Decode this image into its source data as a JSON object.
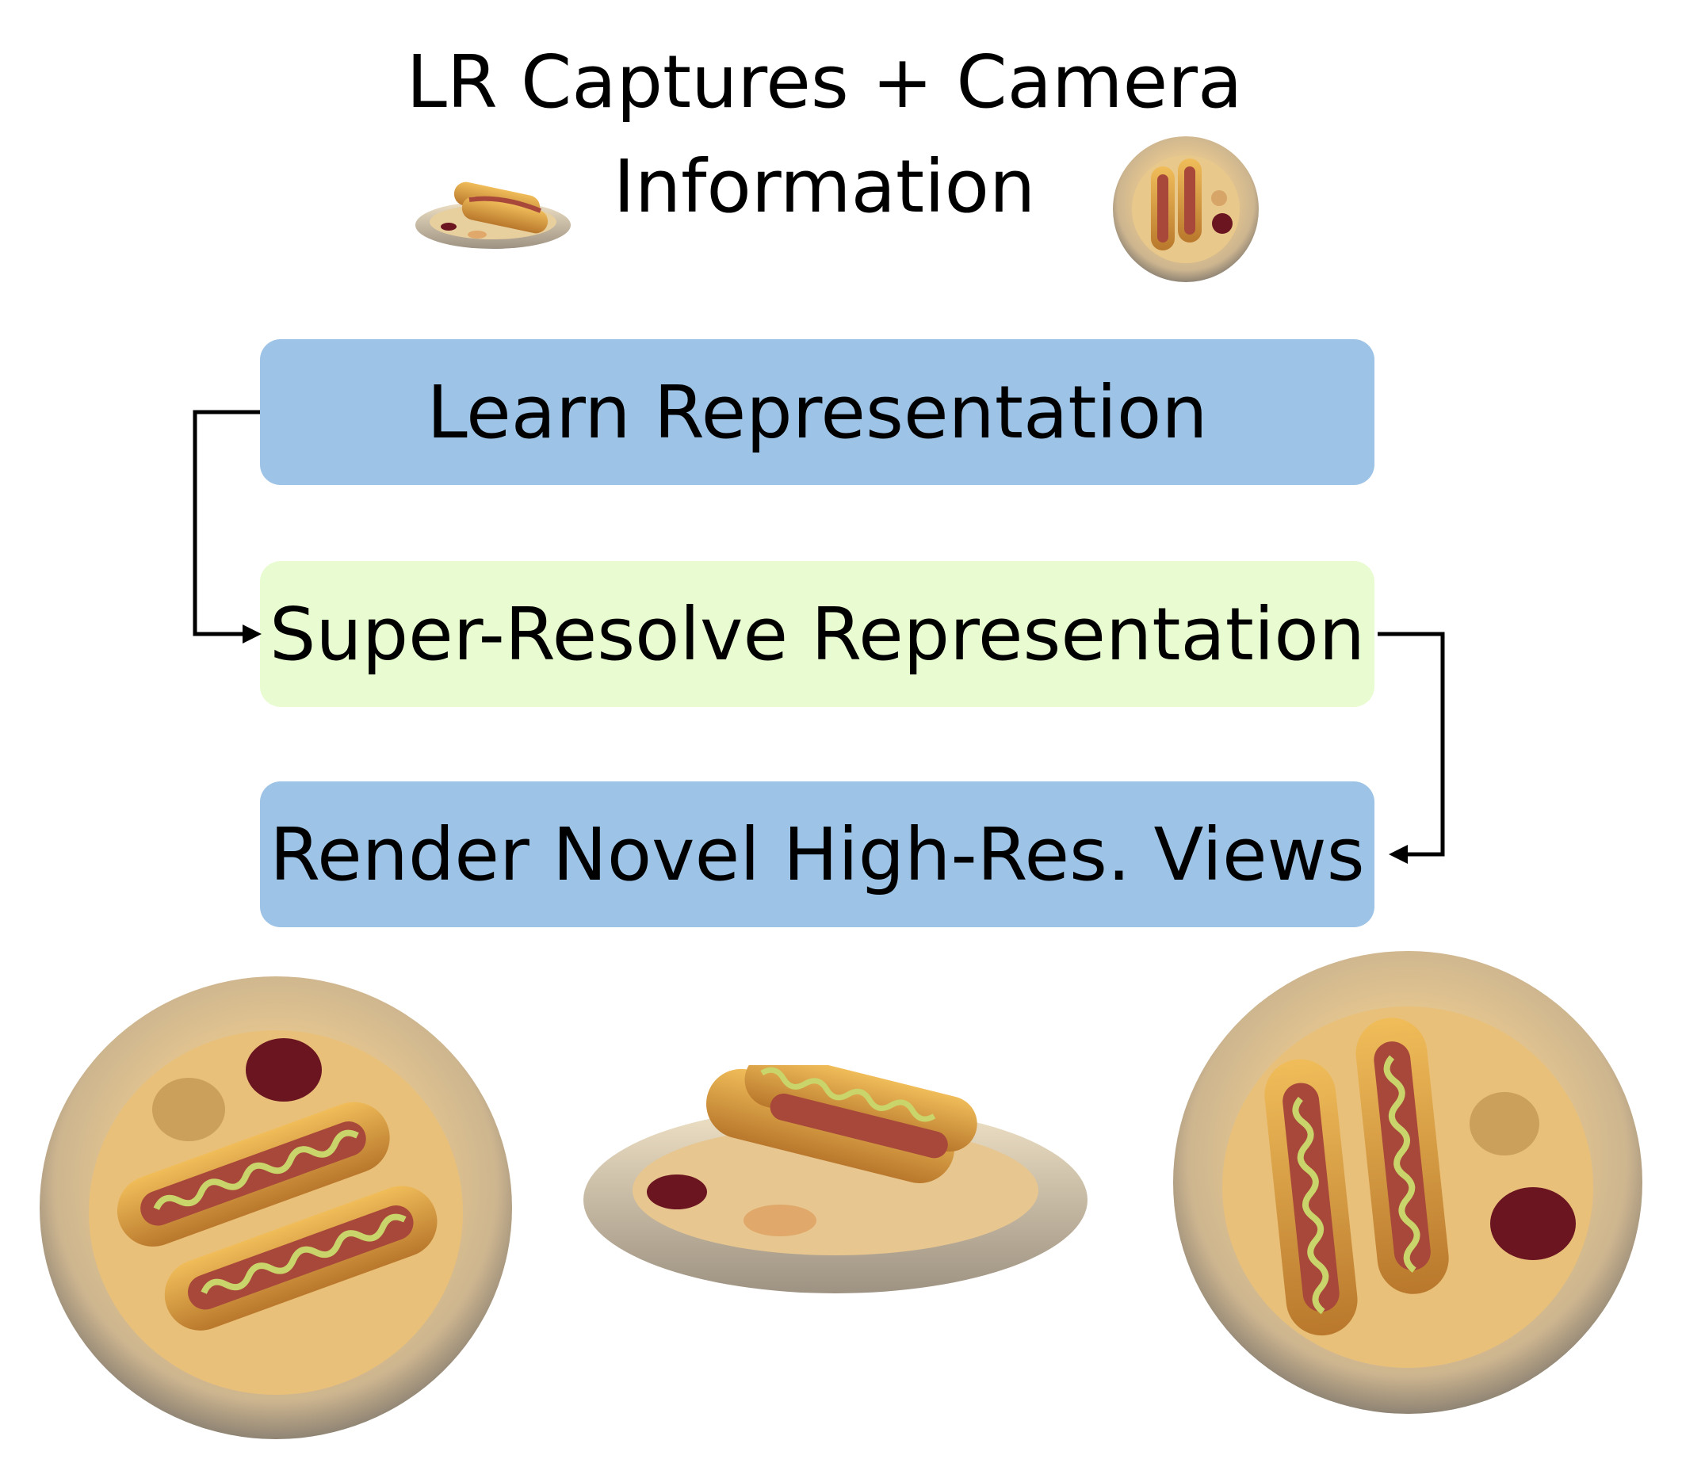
{
  "header": {
    "title_line1": "LR Captures + Camera",
    "title_line2": "Information"
  },
  "pipeline": {
    "steps": [
      {
        "label": "Learn Representation",
        "color": "#9dc3e6"
      },
      {
        "label": "Super-Resolve Representation",
        "color": "#e9fbd0"
      },
      {
        "label": "Render Novel High-Res. Views",
        "color": "#9dc3e6"
      }
    ]
  },
  "icons": {
    "input_small_side": "hotdog-plate-side-icon",
    "input_small_top": "hotdog-plate-top-icon",
    "output_top_left": "hotdog-plate-top-icon",
    "output_side_center": "hotdog-plate-side-icon",
    "output_top_right": "hotdog-plate-top-icon"
  },
  "colors": {
    "plate": "#d9c8a3",
    "bun": "#d99a3c",
    "sausage": "#a8483a",
    "mustard": "#c9d46a",
    "ketchup": "#6b1520",
    "arrow": "#000000"
  }
}
